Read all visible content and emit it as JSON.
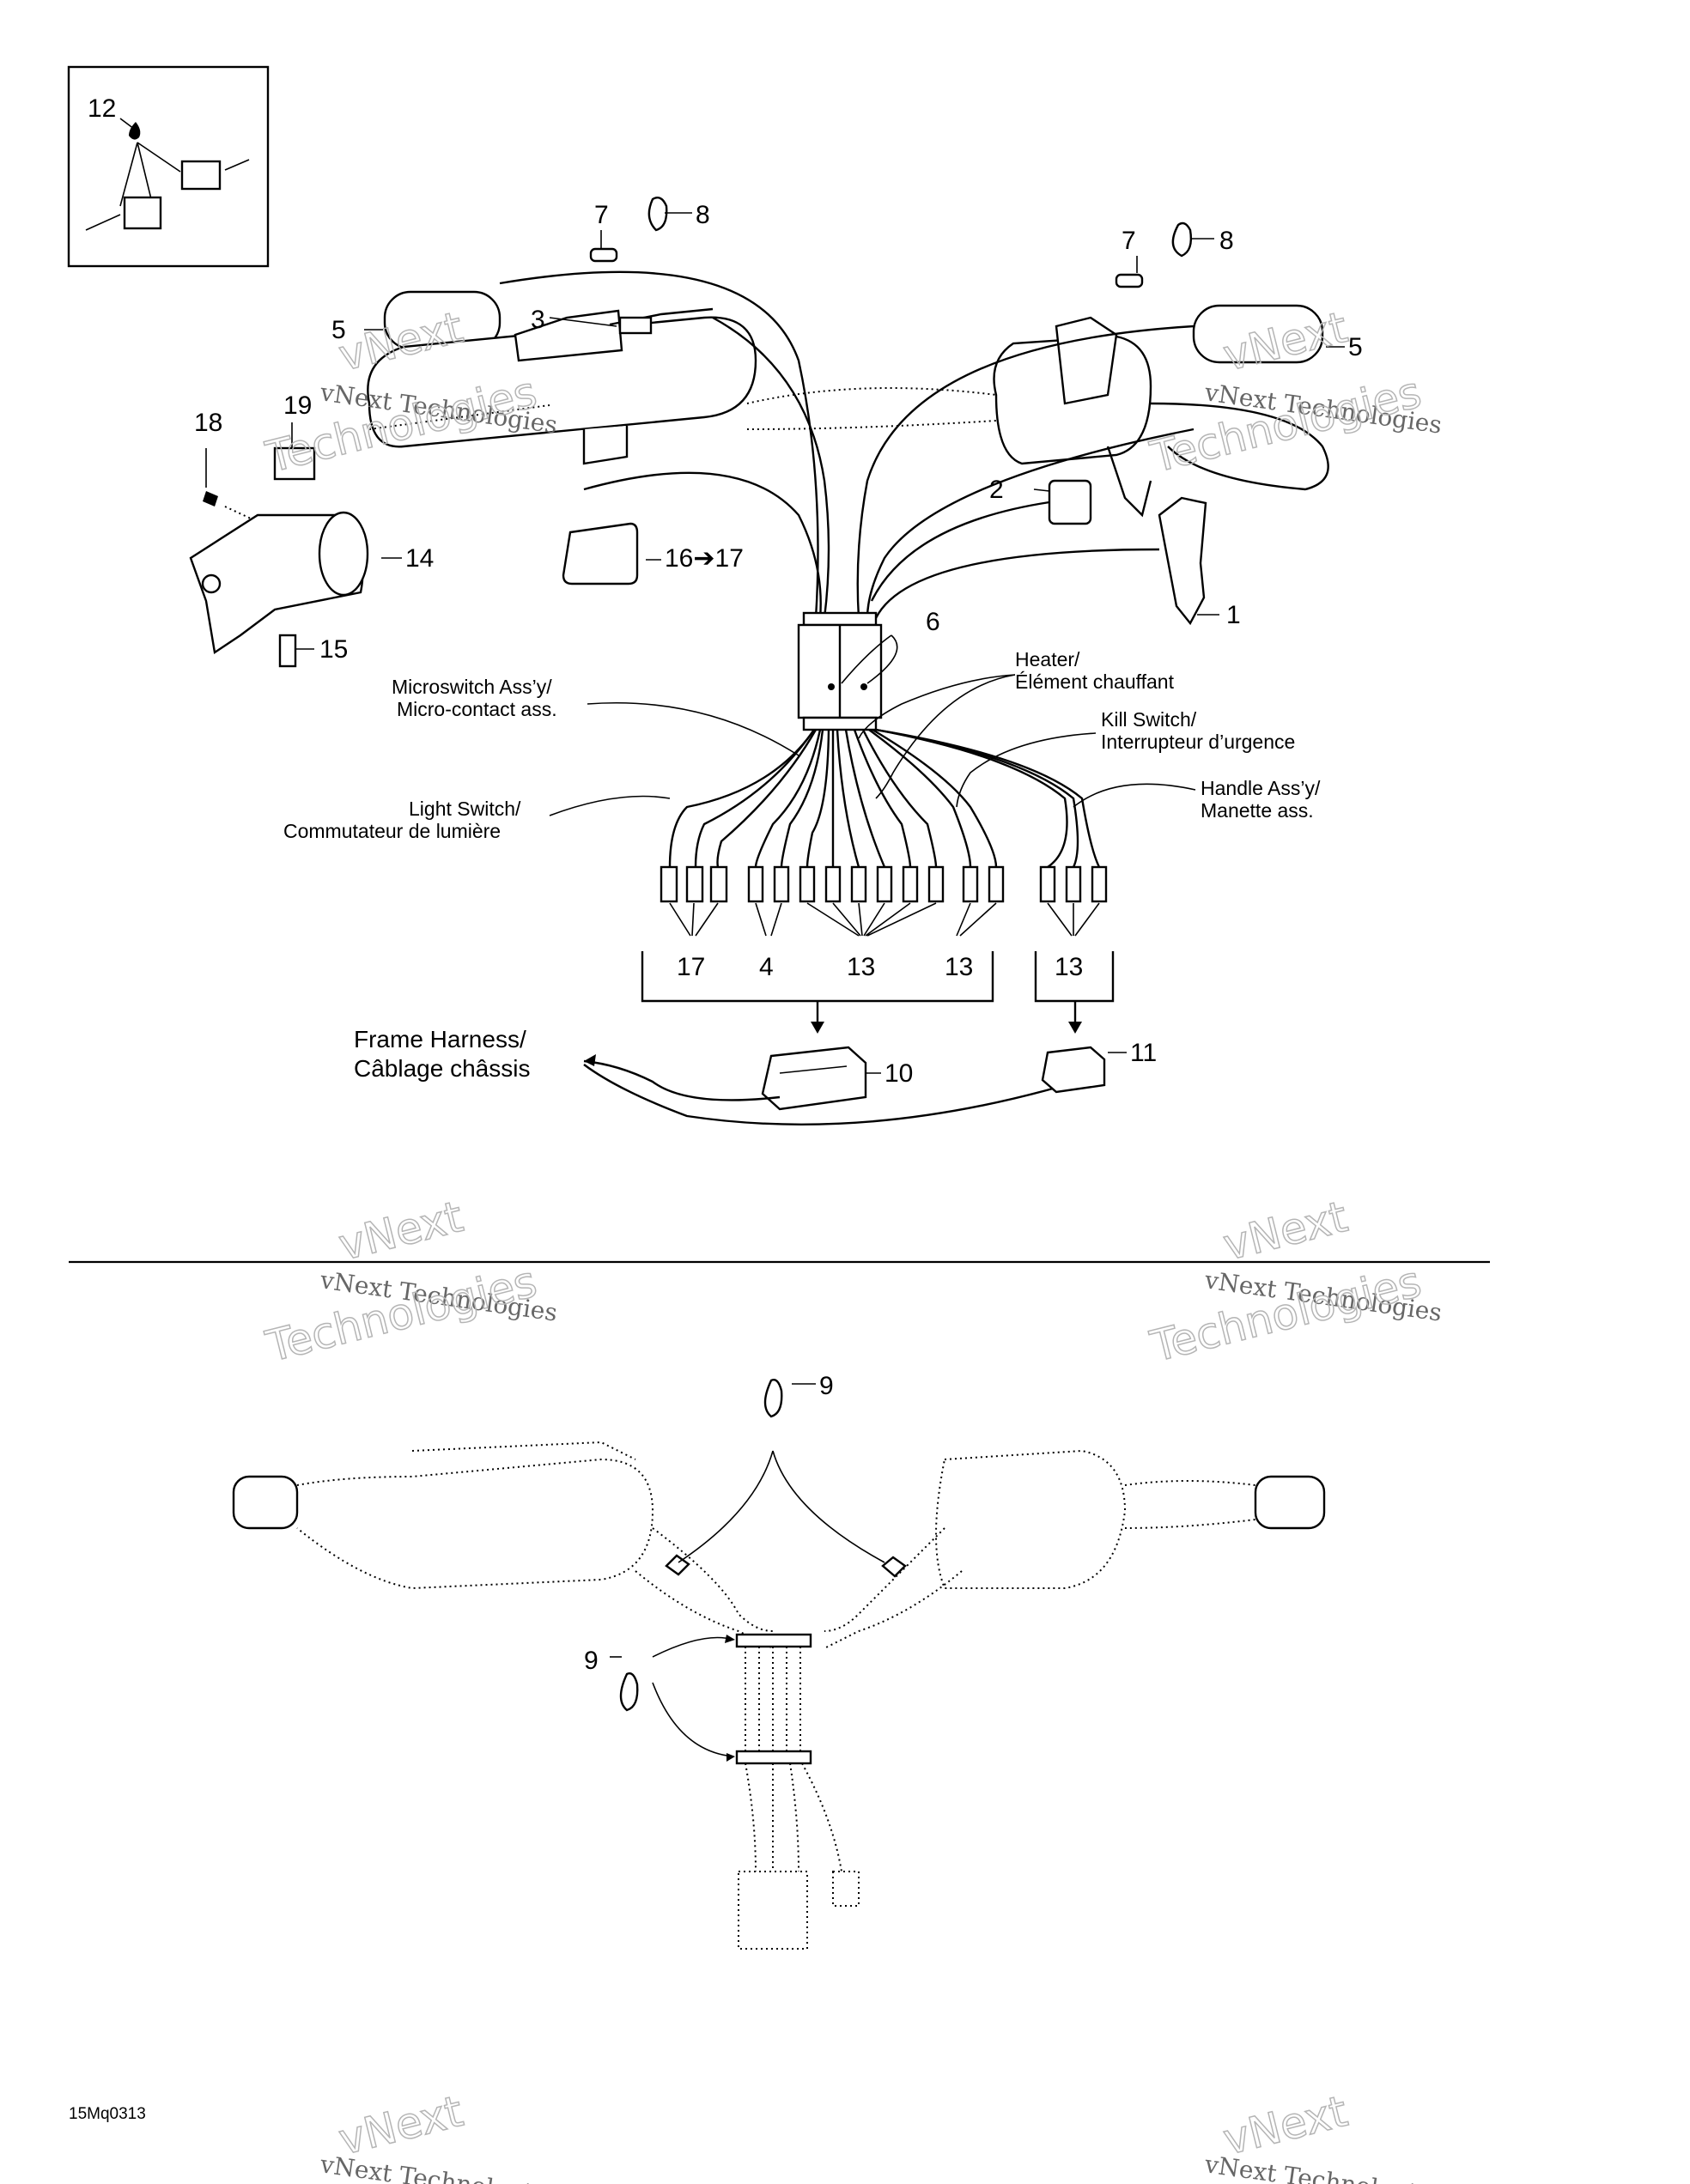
{
  "callouts": {
    "c1": "1",
    "c2": "2",
    "c3": "3",
    "c4": "4",
    "c5a": "5",
    "c5b": "5",
    "c6": "6",
    "c7a": "7",
    "c7b": "7",
    "c8a": "8",
    "c8b": "8",
    "c9a": "9",
    "c9b": "9",
    "c10": "10",
    "c11": "11",
    "c12": "12",
    "c13a": "13",
    "c13b": "13",
    "c13c": "13",
    "c14": "14",
    "c15": "15",
    "c16": "16➔17",
    "c17": "17",
    "c18": "18",
    "c19": "19"
  },
  "labels": {
    "heater_en": "Heater/",
    "heater_fr": "Élément chauffant",
    "microswitch_en": "Microswitch Ass’y/",
    "microswitch_fr": "Micro-contact ass.",
    "kill_en": "Kill Switch/",
    "kill_fr": "Interrupteur d’urgence",
    "handle_en": "Handle Ass’y/",
    "handle_fr": "Manette ass.",
    "light_en": "Light Switch/",
    "light_fr": "Commutateur de lumière",
    "frame_en": "Frame Harness/",
    "frame_fr": "Câblage châssis"
  },
  "watermark": {
    "line1": "vNext Technologies",
    "line2": "vNext",
    "line3": "Technologies"
  },
  "figure_code": "15Mq0313"
}
